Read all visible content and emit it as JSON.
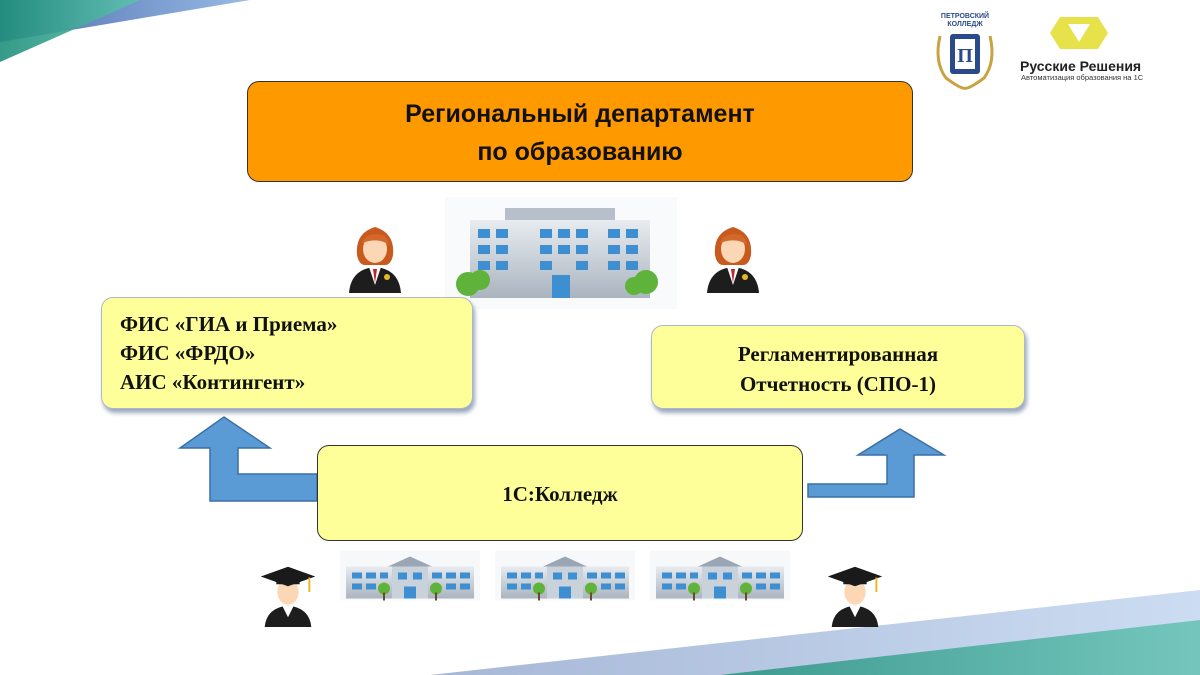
{
  "logos": {
    "college_line1": "ПЕТРОВСКИЙ",
    "college_line2": "КОЛЛЕДЖ",
    "company_name": "Русские Решения",
    "company_tagline": "Автоматизация образования на 1С"
  },
  "nodes": {
    "department": {
      "line1": "Региональный департамент",
      "line2": "по образованию"
    },
    "federal_systems": {
      "line1": "ФИС «ГИА и Приема»",
      "line2": "ФИС «ФРДО»",
      "line3": "АИС «Контингент»"
    },
    "reporting": {
      "line1": "Регламентированная",
      "line2": "Отчетность (СПО-1)"
    },
    "college_system": {
      "label": "1С:Колледж"
    }
  },
  "colors": {
    "department_fill": "#ff9900",
    "box_fill": "#ffff99",
    "arrow_fill": "#5b9bd5",
    "accent_teal": "#2a9d8f",
    "accent_blue": "#4a78b8"
  },
  "icons": [
    "building-icon",
    "woman-officer-icon",
    "graduate-icon",
    "school-icon",
    "arrow-up-left-icon",
    "arrow-up-right-icon"
  ]
}
